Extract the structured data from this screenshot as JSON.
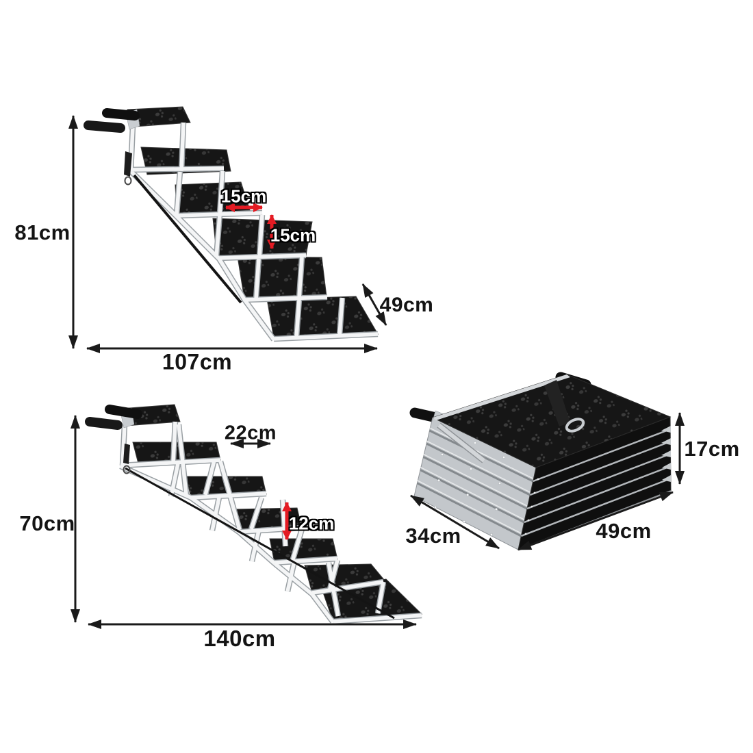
{
  "colors": {
    "background": "#ffffff",
    "dimension_text": "#141414",
    "dimension_arrow": "#1a1a1a",
    "red_arrow": "#e41b23",
    "tread_black": "#161616",
    "aluminum": "#c9cdd1",
    "rail_white": "#f4f5f6"
  },
  "dimensions": {
    "open_position": {
      "height": "81cm",
      "length": "107cm",
      "step_width": "15cm",
      "step_height": "15cm",
      "tread_width": "49cm"
    },
    "stretched_position": {
      "height": "70cm",
      "length": "140cm",
      "step_width": "22cm",
      "step_height": "12cm"
    },
    "folded_position": {
      "height": "17cm",
      "depth": "34cm",
      "width": "49cm"
    }
  }
}
